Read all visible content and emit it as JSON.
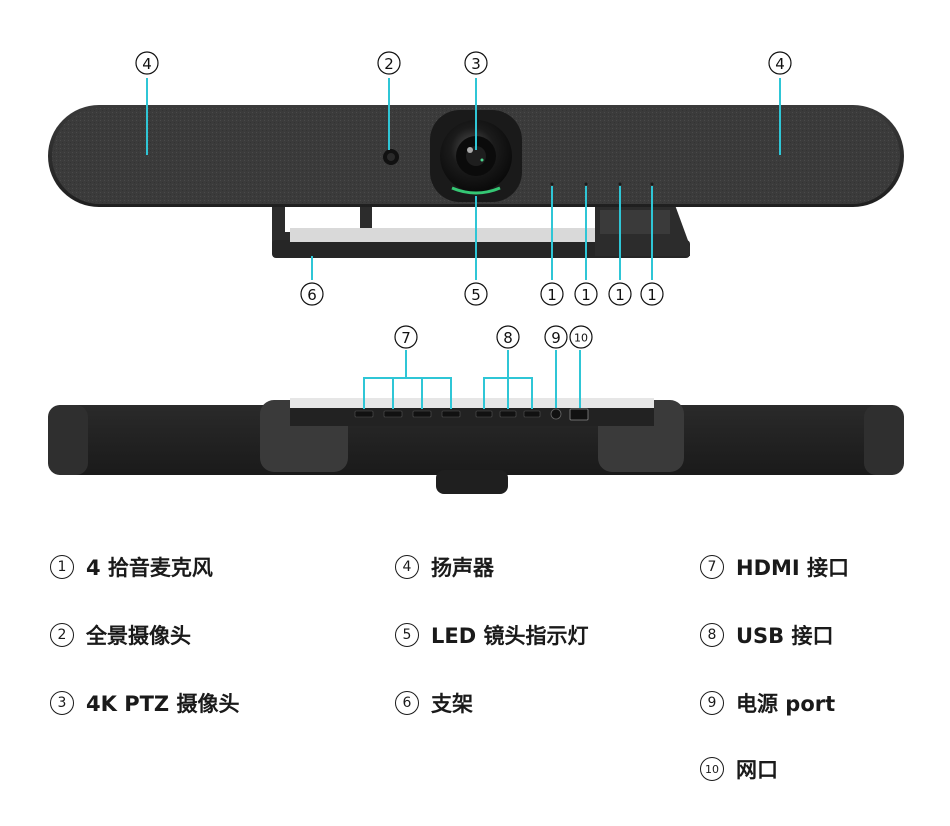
{
  "callouts": {
    "c1": "1",
    "c2": "2",
    "c3": "3",
    "c4": "4",
    "c5": "5",
    "c6": "6",
    "c7": "7",
    "c8": "8",
    "c9": "9",
    "c10": "10"
  },
  "legend": [
    {
      "num": "1",
      "label": "4 拾音麦克风"
    },
    {
      "num": "2",
      "label": " 全景摄像头"
    },
    {
      "num": "3",
      "label": "4K PTZ 摄像头"
    },
    {
      "num": "4",
      "label": "扬声器"
    },
    {
      "num": "5",
      "label": "LED 镜头指示灯"
    },
    {
      "num": "6",
      "label": "支架"
    },
    {
      "num": "7",
      "label": "HDMI 接口"
    },
    {
      "num": "8",
      "label": "USB 接口"
    },
    {
      "num": "9",
      "label": "电源  port"
    },
    {
      "num": "10",
      "label": "网口"
    }
  ],
  "colors": {
    "leader": "#2fc6d6",
    "device_body": "#2b2b2b",
    "fabric": "#3a3a3a"
  }
}
